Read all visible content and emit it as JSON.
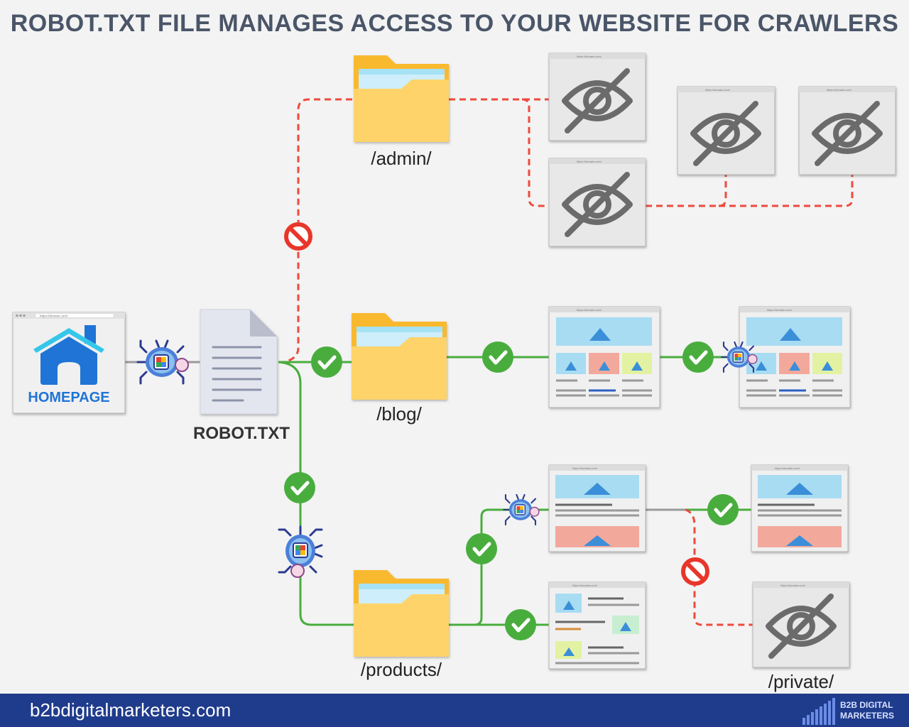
{
  "title": "ROBOT.TXT FILE MANAGES ACCESS TO YOUR WEBSITE FOR CRAWLERS",
  "url_text": "https://domain.com/",
  "nodes": {
    "homepage": "HOMEPAGE",
    "robots": "ROBOT.TXT",
    "admin": "/admin/",
    "blog": "/blog/",
    "products": "/products/",
    "private": "/private/"
  },
  "footer": {
    "site": "b2bdigitalmarketers.com",
    "brand_line1": "B2B DIGITAL",
    "brand_line2": "MARKETERS"
  },
  "colors": {
    "allowed": "#49ad3e",
    "blocked": "#ee4a3c",
    "folder": "#fdd36a",
    "folder_tab": "#f9b92d",
    "folder_sheet": "#cdeefa",
    "window": "#f0f0f0",
    "footer": "#1f3b8c"
  }
}
